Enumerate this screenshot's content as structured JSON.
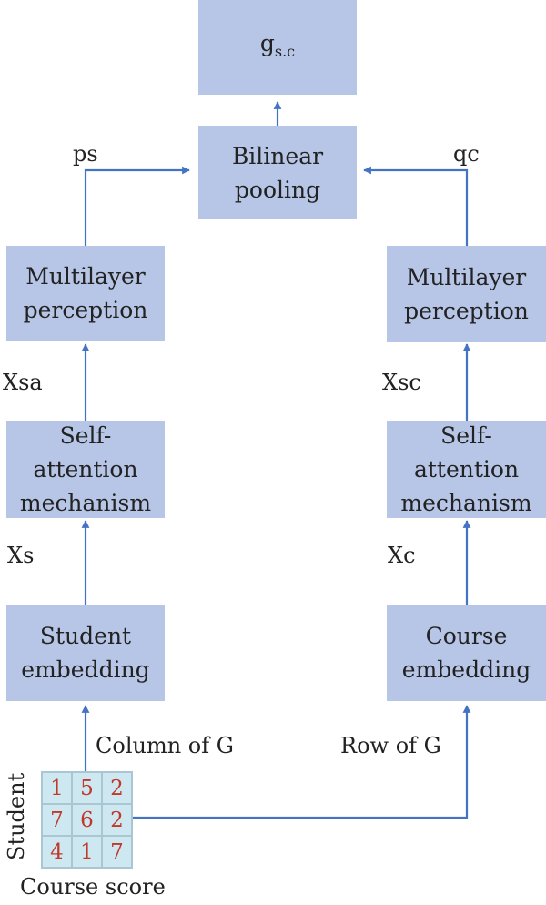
{
  "colors": {
    "box": "#b7c6e6",
    "arrow": "#4472c4",
    "grid_bg": "#cde8f0",
    "grid_text": "#c0392b"
  },
  "nodes": {
    "gsc": {
      "main": "g",
      "sub": "s.c"
    },
    "bilinear": {
      "line1": "Bilinear",
      "line2": "pooling"
    },
    "mlp_left": {
      "line1": "Multilayer",
      "line2": "perception"
    },
    "mlp_right": {
      "line1": "Multilayer",
      "line2": "perception"
    },
    "att_left": {
      "line1": "Self-",
      "line2": "attention",
      "line3": "mechanism"
    },
    "att_right": {
      "line1": "Self-",
      "line2": "attention",
      "line3": "mechanism"
    },
    "student_emb": {
      "line1": "Student",
      "line2": "embedding"
    },
    "course_emb": {
      "line1": "Course",
      "line2": "embedding"
    }
  },
  "edge_labels": {
    "ps": "ps",
    "qc": "qc",
    "xsa": "Xsa",
    "xsc": "Xsc",
    "xs": "Xs",
    "xc": "Xc",
    "column": "Column of G",
    "row": "Row of G"
  },
  "matrix": {
    "rows": [
      [
        "1",
        "5",
        "2"
      ],
      [
        "7",
        "6",
        "2"
      ],
      [
        "4",
        "1",
        "7"
      ]
    ],
    "row_axis_label": "Student",
    "caption": "Course score"
  }
}
